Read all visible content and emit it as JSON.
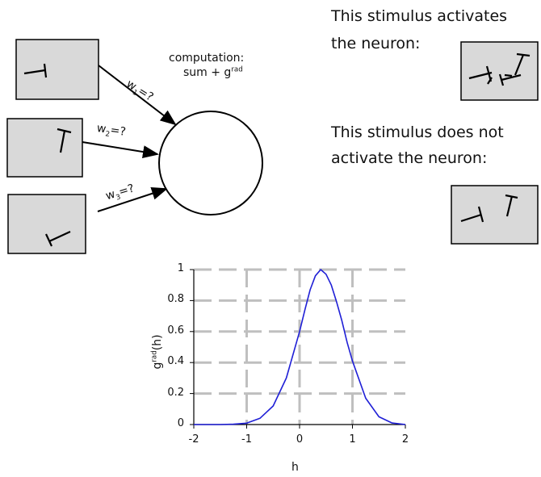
{
  "diagram": {
    "computation_line1": "computation:",
    "computation_line2_prefix": "sum + g",
    "computation_line2_sup": "rad",
    "weights": [
      {
        "base": "w",
        "sub": "1",
        "suffix": "=?"
      },
      {
        "base": "w",
        "sub": "2",
        "suffix": "=?"
      },
      {
        "base": "w",
        "sub": "3",
        "suffix": "=?"
      }
    ],
    "activates_line1": "This stimulus activates",
    "activates_line2": "the neuron:",
    "not_activates_line1": "This stimulus does not",
    "not_activates_line2": "activate the neuron:",
    "colors": {
      "box_fill": "#d9d9d9",
      "box_stroke": "#000000",
      "line": "#000000"
    }
  },
  "chart_data": {
    "type": "line",
    "xlabel": "h",
    "ylabel_prefix": "g",
    "ylabel_sup": "rad",
    "ylabel_suffix": "(h)",
    "xlim": [
      -2,
      2
    ],
    "ylim": [
      0,
      1
    ],
    "xticks": [
      -2,
      -1,
      0,
      1,
      2
    ],
    "xtick_labels": [
      "-2",
      "-1",
      "0",
      "1",
      "2"
    ],
    "yticks": [
      0,
      0.2,
      0.4,
      0.6,
      0.8,
      1
    ],
    "ytick_labels": [
      "0",
      "0.2",
      "0.4",
      "0.6",
      "0.8",
      "1"
    ],
    "grid": true,
    "series": [
      {
        "color": "#1f1fd6",
        "x": [
          -2,
          -1.5,
          -1.25,
          -1,
          -0.75,
          -0.5,
          -0.25,
          0,
          0.1,
          0.2,
          0.3,
          0.4,
          0.5,
          0.6,
          0.7,
          0.8,
          0.9,
          1,
          1.25,
          1.5,
          1.75,
          2
        ],
        "y": [
          0,
          0.0,
          0.002,
          0.009,
          0.04,
          0.12,
          0.3,
          0.6,
          0.74,
          0.87,
          0.96,
          1,
          0.97,
          0.9,
          0.79,
          0.67,
          0.53,
          0.41,
          0.17,
          0.05,
          0.01,
          0.0
        ]
      }
    ]
  }
}
